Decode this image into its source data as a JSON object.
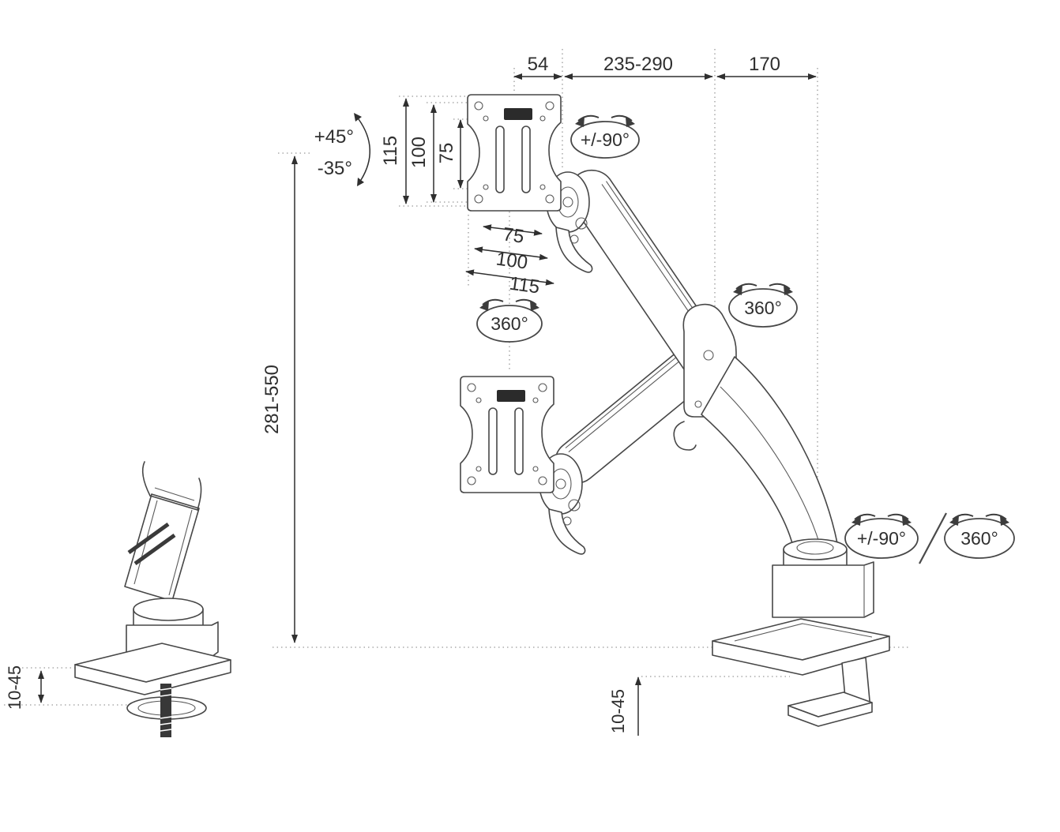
{
  "style": {
    "background": "#ffffff",
    "line_color": "#474747",
    "dimension_color": "#2f2f2f",
    "dotted_color": "#9a9a9a",
    "accent_black": "#2b2b2b"
  },
  "dimensions": {
    "top": {
      "offset_54": "54",
      "reach_range": "235-290",
      "rear_170": "170"
    },
    "vesa_vertical": {
      "v115": "115",
      "v100": "100",
      "v75": "75"
    },
    "vesa_horizontal": {
      "h75": "75",
      "h100": "100",
      "h115": "115"
    },
    "height_range": "281-550",
    "desk_thickness_clamp": "10-45",
    "desk_thickness_grommet": "10-45"
  },
  "rotations": {
    "tilt_up": "+45°",
    "tilt_down": "-35°",
    "head_swivel": "+/-90°",
    "vesa_rotation": "360°",
    "arm_rotation": "360°",
    "base_swivel": "+/-90°",
    "base_rotation": "360°"
  }
}
